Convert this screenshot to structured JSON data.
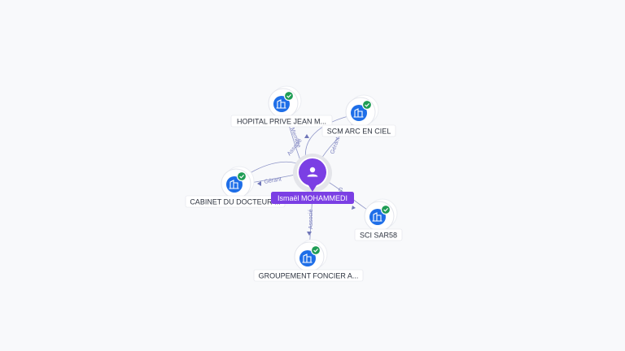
{
  "center": {
    "name": "Ismaël MOHAMMEDI",
    "icon": "person-icon",
    "color": "#7b3fe4"
  },
  "companies": [
    {
      "id": "hopital",
      "name": "HOPITAL PRIVE JEAN M...",
      "icon": "building-icon",
      "verified_icon": "check-icon",
      "relation": "Membre"
    },
    {
      "id": "scm",
      "name": "SCM ARC EN CIEL",
      "icon": "building-icon",
      "verified_icon": "check-icon",
      "relation": "Gérant"
    },
    {
      "id": "cabinet",
      "name": "CABINET DU DOCTEUR ...",
      "icon": "building-icon",
      "verified_icon": "check-icon",
      "relation": "Gérant"
    },
    {
      "id": "sci",
      "name": "SCI SAR58",
      "icon": "building-icon",
      "verified_icon": "check-icon",
      "relation": "G"
    },
    {
      "id": "groupement",
      "name": "GROUPEMENT FONCIER A...",
      "icon": "building-icon",
      "verified_icon": "check-icon",
      "relation": "Associé"
    }
  ],
  "extra_edge_labels": [
    "Associé",
    "Associé"
  ],
  "colors": {
    "company": "#1e6ee8",
    "verified": "#1f9d55",
    "edge": "#8f96c8"
  }
}
